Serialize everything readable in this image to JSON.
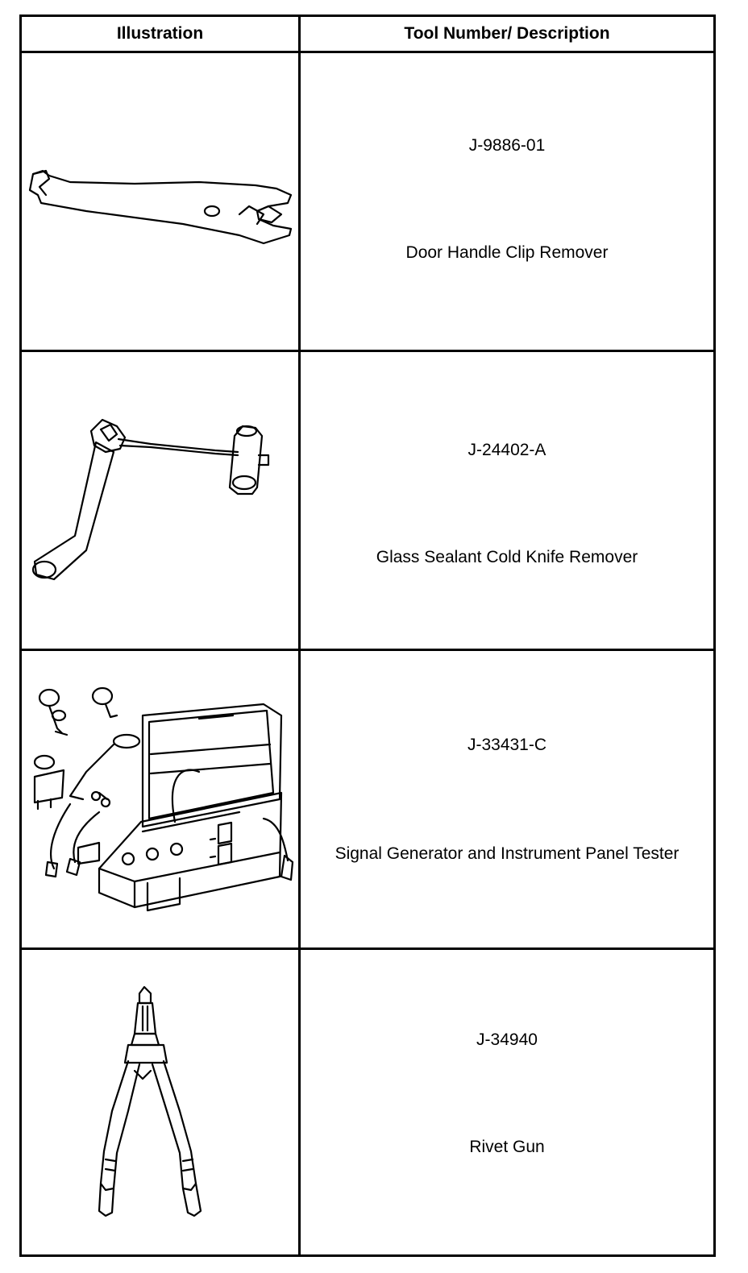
{
  "table": {
    "headers": {
      "illustration": "Illustration",
      "tool": "Tool Number/ Description"
    },
    "rows": [
      {
        "number": "J-9886-01",
        "description": "Door Handle Clip Remover",
        "icon": "door-handle-clip-remover-icon"
      },
      {
        "number": "J-24402-A",
        "description": "Glass Sealant Cold Knife Remover",
        "icon": "cold-knife-remover-icon"
      },
      {
        "number": "J-33431-C",
        "description": "Signal Generator and Instrument Panel Tester",
        "icon": "signal-generator-tester-icon"
      },
      {
        "number": "J-34940",
        "description": "Rivet Gun",
        "icon": "rivet-gun-icon"
      }
    ]
  }
}
